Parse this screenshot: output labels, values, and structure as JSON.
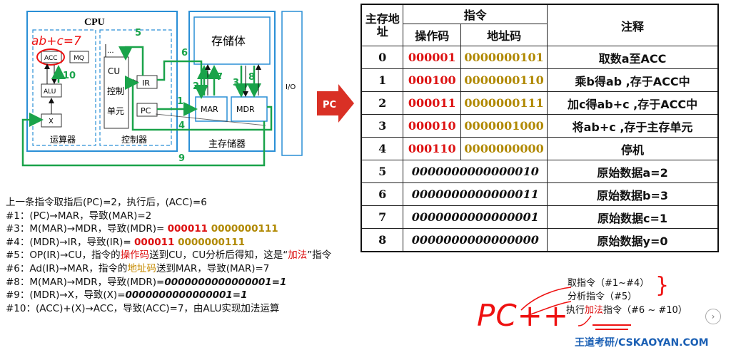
{
  "diagram": {
    "cpu_label": "CPU",
    "alu_unit_label": "运算器",
    "control_unit_label": "控制器",
    "main_memory_label": "主存储器",
    "storage_label": "存储体",
    "io_label": "I/O",
    "acc": "ACC",
    "mq": "MQ",
    "alu": "ALU",
    "x": "X",
    "cu_lines": [
      "CU",
      "控制",
      "单元"
    ],
    "ir": "IR",
    "pc": "PC",
    "mar": "MAR",
    "mdr": "MDR",
    "cu_dots": "...",
    "step_numbers": [
      "1",
      "2",
      "3",
      "4",
      "5",
      "6",
      "7",
      "8",
      "9",
      "10"
    ],
    "handwritten_note": "ab+c=7",
    "pc_arrow_label": "PC"
  },
  "table": {
    "headers": {
      "address": "主存地址",
      "instruction": "指令",
      "opcode": "操作码",
      "addrcode": "地址码",
      "note": "注释"
    },
    "rows": [
      {
        "addr": "0",
        "op": "000001",
        "ad": "0000000101",
        "note": "取数a至ACC"
      },
      {
        "addr": "1",
        "op": "000100",
        "ad": "0000000110",
        "note": "乘b得ab ,存于ACC中"
      },
      {
        "addr": "2",
        "op": "000011",
        "ad": "0000000111",
        "note": "加c得ab+c ,存于ACC中"
      },
      {
        "addr": "3",
        "op": "000010",
        "ad": "0000001000",
        "note": "将ab+c ,存于主存单元"
      },
      {
        "addr": "4",
        "op": "000110",
        "ad": "0000000000",
        "note": "停机"
      },
      {
        "addr": "5",
        "value": "0000000000000010",
        "note": "原始数据a=2"
      },
      {
        "addr": "6",
        "value": "0000000000000011",
        "note": "原始数据b=3"
      },
      {
        "addr": "7",
        "value": "0000000000000001",
        "note": "原始数据c=1"
      },
      {
        "addr": "8",
        "value": "0000000000000000",
        "note": "原始数据y=0"
      }
    ]
  },
  "steps": {
    "intro": "上一条指令取指后(PC)=2，执行后，(ACC)=6",
    "s1": "#1：(PC)→MAR，导致(MAR)=2",
    "s3_text": "#3：M(MAR)→MDR，导致(MDR)= ",
    "s3_op": "000011",
    "s3_ad": " 0000000111",
    "s4_text": "#4：(MDR)→IR，导致(IR)= ",
    "s4_op": "000011",
    "s4_ad": " 0000000111",
    "s5_a": "#5：OP(IR)→CU，指令的",
    "s5_b": "操作码",
    "s5_c": "送到CU，CU分析后得知，这是“",
    "s5_d": "加法",
    "s5_e": "”指令",
    "s6_a": "#6：Ad(IR)→MAR，指令的",
    "s6_b": "地址码",
    "s6_c": "送到MAR，导致(MAR)=7",
    "s8_a": "#8：M(MAR)→MDR，导致(MDR)=",
    "s8_b": "0000000000000001=1",
    "s9_a": "#9：(MDR)→X，导致(X)=",
    "s9_b": "0000000000000001=1",
    "s10": "#10：(ACC)+(X)→ACC，导致(ACC)=7，由ALU实现加法运算"
  },
  "notes": {
    "fetch": "取指令（#1~#4）",
    "analyze": "分析指令（#5）",
    "exec_a": "执行",
    "exec_b": "加法",
    "exec_c": "指令（#6 ~ #10）",
    "handwritten": "PC++",
    "brace": "}"
  },
  "brand": "王道考研/CSKAOYAN.COM",
  "colors": {
    "opcode": "#dd1111",
    "address": "#b08800",
    "bus": "#1aa34a",
    "frame": "#2a8fd6",
    "pc_arrow": "#d93025"
  }
}
